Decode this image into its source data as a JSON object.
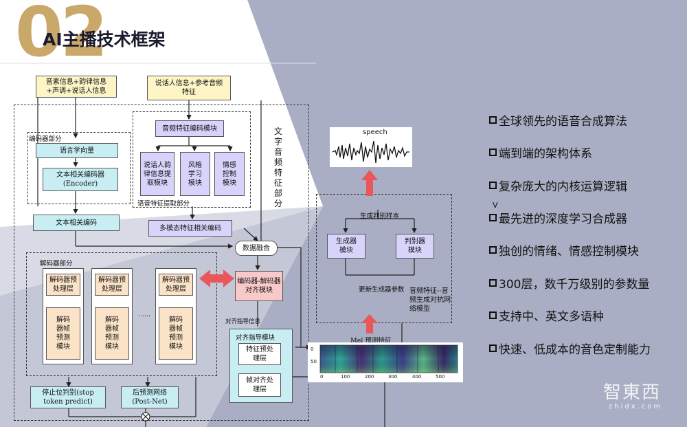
{
  "header": {
    "number": "02",
    "title": "AI主播技术框架"
  },
  "diagram": {
    "phoneme_info": "音素信息+韵律信息+声调+说话人信息",
    "speaker_info": "说话人信息+参考音频特征",
    "encoder_section": "编码器部分",
    "ling_vector": "语言学向量",
    "text_encoder": "文本相关编码器(Encoder)",
    "text_encoding": "文本相关编码",
    "audio_encoder_module": "音频特征编码模块",
    "speaker_extract": "说话人韵律信息提取模块",
    "style_learn": "风格学习模块",
    "emotion_control": "情感控制模块",
    "audio_extract_section": "语音特征提取部分",
    "multimodal_encoding": "多模态特征相关编码",
    "text_audio_section": "文字音频特征部分",
    "data_fusion": "数据融合",
    "enc_dec_align": "编码器-解码器对齐模块",
    "decoder_section": "解码器部分",
    "dec_pre": "解码器预处理层",
    "dec_frame": "解码器帧预测模块",
    "ellipsis": "......",
    "align_info": "对齐指导信息",
    "align_guide_module": "对齐指导模块",
    "feature_pre": "特征预处理层",
    "frame_align": "帧对齐处理层",
    "stop_token": "停止位判别(stop token predict)",
    "post_net": "后预测网络(Post-Net)",
    "speech_label": "speech",
    "generate_samples": "生成判别样本",
    "generator_module": "生成器模块",
    "discriminator_module": "判别器模块",
    "update_generator": "更新生成器参数",
    "gan_label": "音频特征--音频生成对抗网络模型",
    "mel_label": "Mel 预测特征",
    "mel_y_ticks": [
      "0",
      "50"
    ],
    "mel_x_ticks": [
      "0",
      "100",
      "200",
      "300",
      "400",
      "500"
    ]
  },
  "features": [
    "全球领先的语音合成算法",
    "端到端的架构体系",
    "复杂庞大的内核运算逻辑",
    "最先进的深度学习合成器",
    "独创的情绪、情感控制模块",
    "300层，数千万级别的参数量",
    "支持中、英文多语种",
    "快速、低成本的音色定制能力"
  ],
  "stray_mark": "V",
  "watermark": {
    "text": "智東西",
    "sub": "zhidx.com"
  },
  "colors": {
    "gold": "#c9a86a",
    "slate": "#a9aec4",
    "accent_red": "#e8585a"
  }
}
